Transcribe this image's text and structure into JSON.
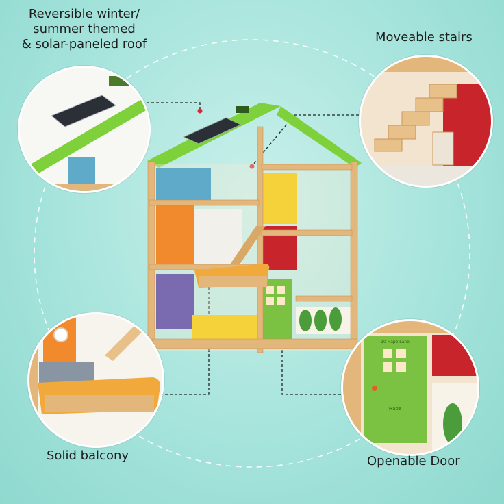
{
  "callouts": {
    "roof": "Reversible winter/\nsummer themed\n& solar-paneled roof",
    "stairs": "Moveable stairs",
    "balcony": "Solid balcony",
    "door": "Openable Door"
  },
  "door_plate": {
    "address": "10 Hape Lane",
    "brand": "Hape"
  },
  "colors": {
    "background": "#a6e4dc",
    "wood": "#e3b77b",
    "roof_green": "#7fd13b",
    "door_green": "#7cc242",
    "balcony_orange": "#f2a93b",
    "room_red": "#c8242b",
    "room_orange": "#f08a2c",
    "room_yellow": "#f5d23a",
    "room_purple": "#7a6bb0"
  }
}
